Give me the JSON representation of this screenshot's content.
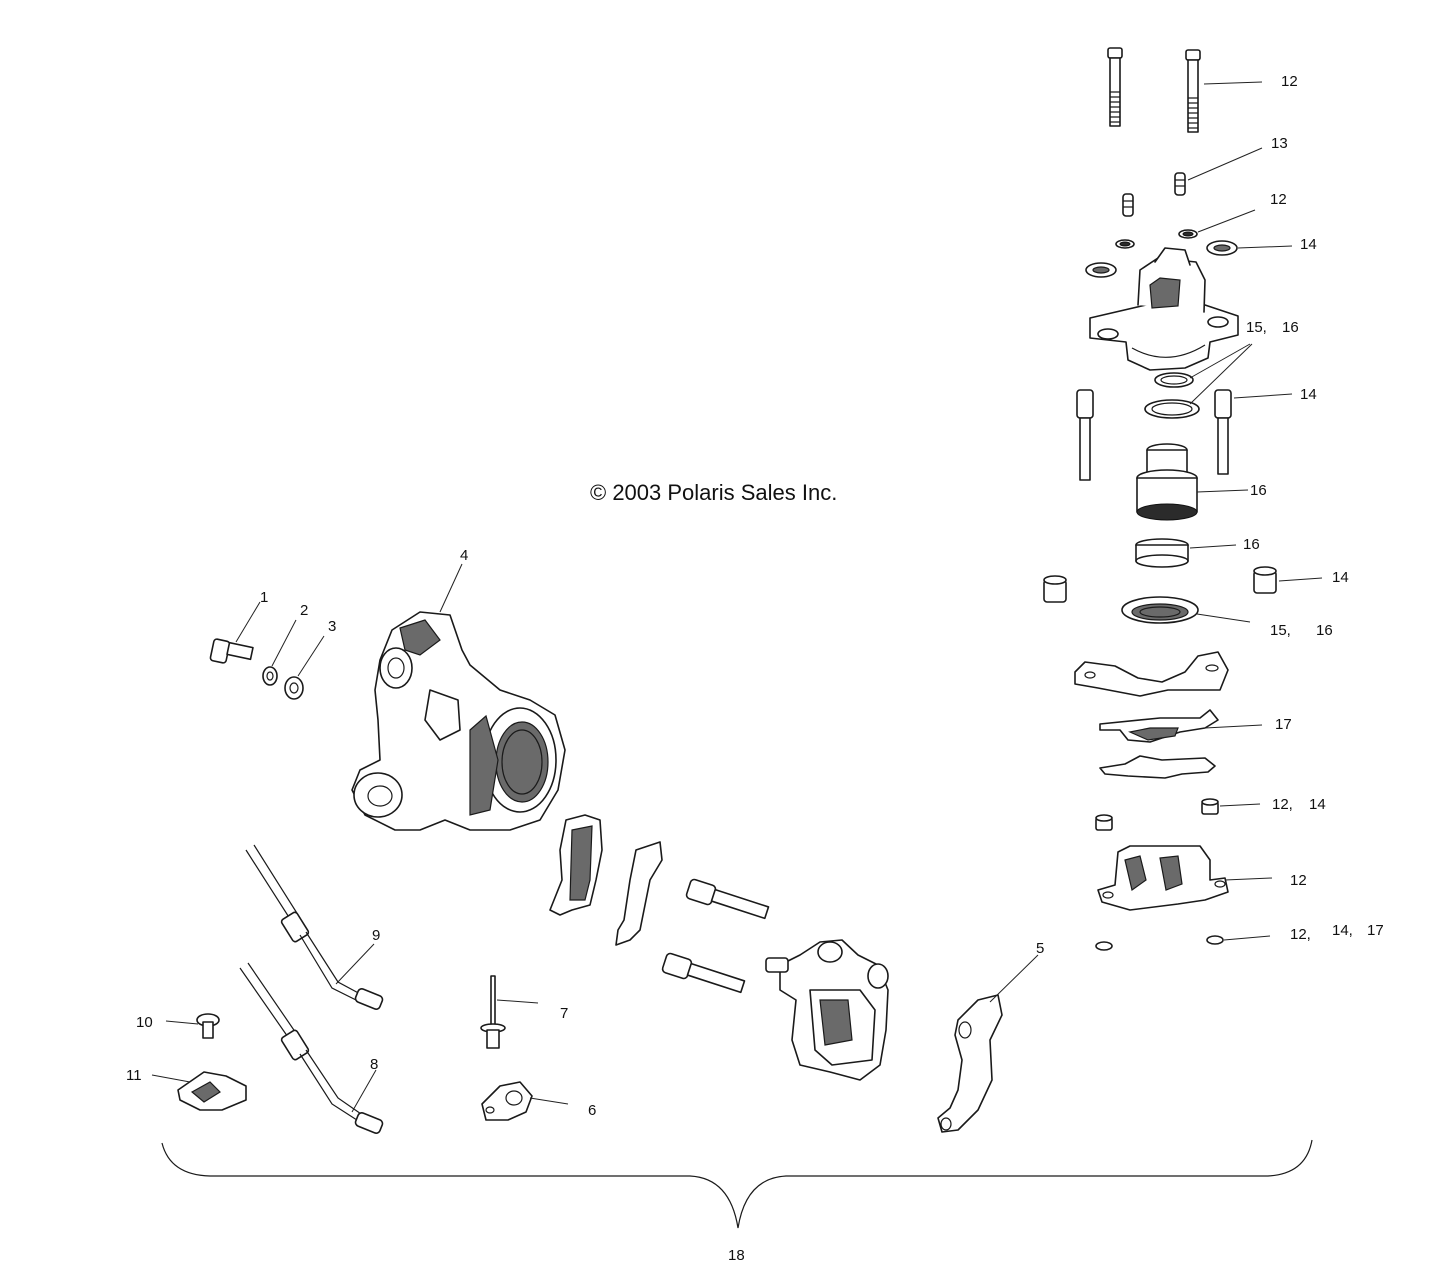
{
  "copyright": "© 2003 Polaris Sales Inc.",
  "callouts": {
    "c1": "1",
    "c2": "2",
    "c3": "3",
    "c4": "4",
    "c5": "5",
    "c6": "6",
    "c7": "7",
    "c8": "8",
    "c9": "9",
    "c10": "10",
    "c11": "11",
    "c12a": "12",
    "c13": "13",
    "c12b": "12",
    "c14a": "14",
    "c15_16a_15": "15,",
    "c15_16a_16": "16",
    "c14b": "14",
    "c16a": "16",
    "c16b": "16",
    "c14c": "14",
    "c15_16b_15": "15,",
    "c15_16b_16": "16",
    "c17": "17",
    "c12_14_12": "12,",
    "c12_14_14": "14",
    "c12c": "12",
    "c12_14_17_12": "12,",
    "c12_14_17_14": "14,",
    "c12_14_17_17": "17",
    "c18": "18"
  }
}
